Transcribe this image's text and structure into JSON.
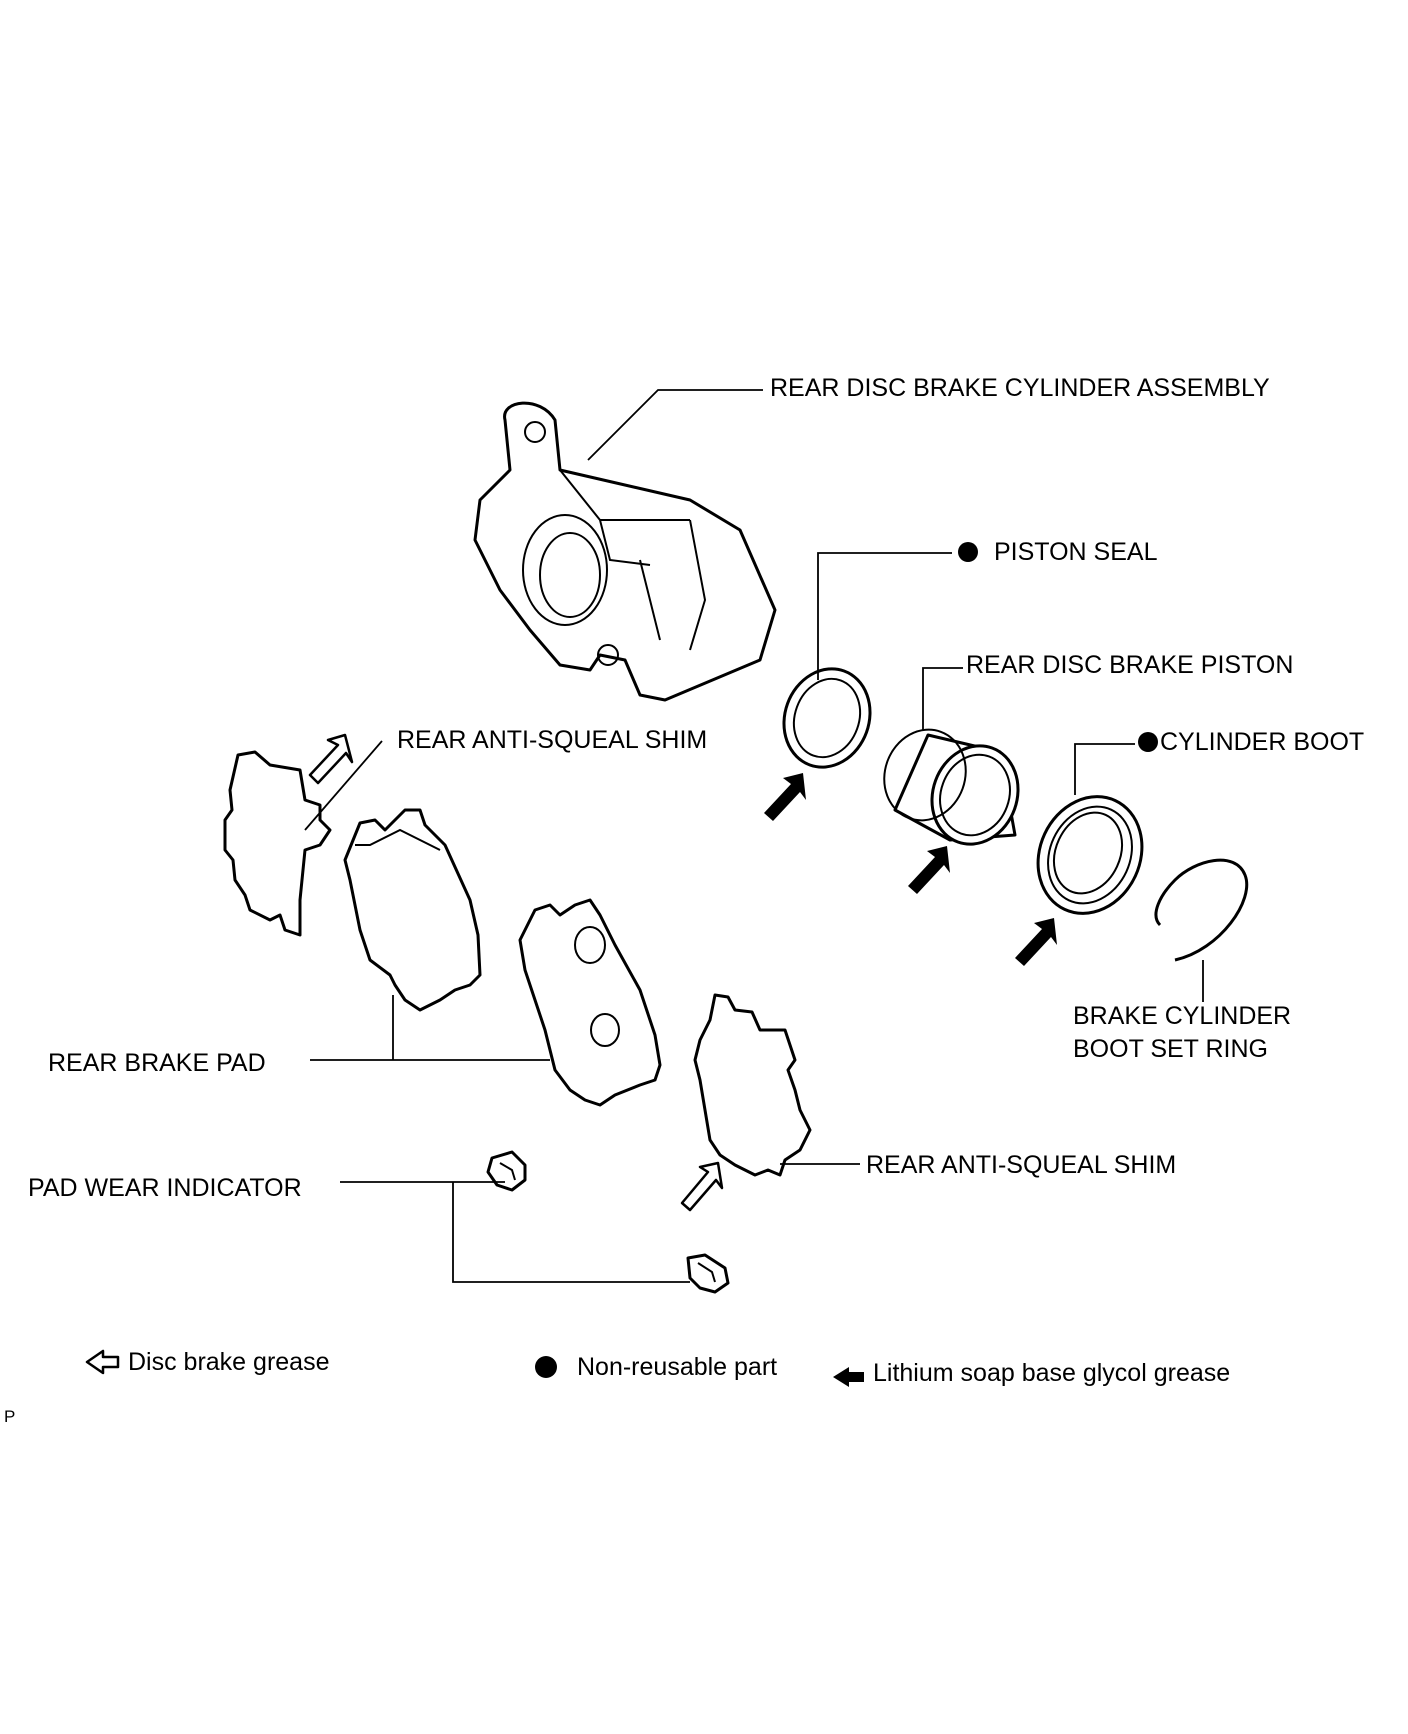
{
  "labels": {
    "cylinder_assembly": "REAR DISC BRAKE CYLINDER ASSEMBLY",
    "piston_seal": "PISTON SEAL",
    "piston": "REAR DISC BRAKE PISTON",
    "cylinder_boot": "CYLINDER BOOT",
    "anti_squeal_shim_upper": "REAR ANTI-SQUEAL SHIM",
    "brake_pad": "REAR BRAKE PAD",
    "boot_set_ring": "BRAKE CYLINDER\nBOOT SET RING",
    "anti_squeal_shim_lower": "REAR ANTI-SQUEAL SHIM",
    "pad_wear_indicator": "PAD WEAR INDICATOR"
  },
  "legend": {
    "disc_brake_grease": "Disc brake grease",
    "non_reusable": "Non-reusable part",
    "lithium_grease": "Lithium soap base glycol grease"
  },
  "reference_code": "P",
  "icons": {
    "non_reusable": "filled-circle-icon",
    "disc_brake_grease": "hollow-arrow-icon",
    "lithium_grease": "filled-arrow-icon"
  }
}
